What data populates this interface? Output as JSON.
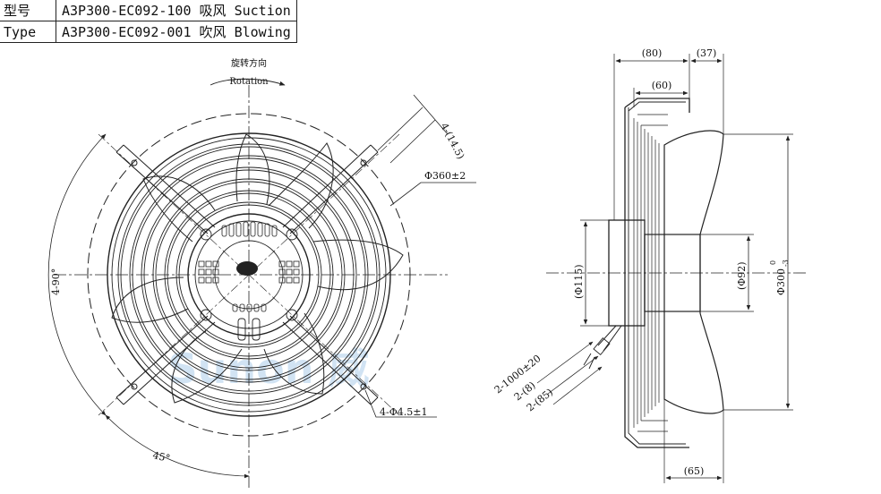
{
  "type_table": {
    "rows": [
      {
        "label": "型号",
        "model": "A3P300-EC092-100",
        "cn": "吸风",
        "en": "Suction"
      },
      {
        "label": "Type",
        "model": "A3P300-EC092-001",
        "cn": "吹风",
        "en": "Blowing"
      }
    ]
  },
  "front_view": {
    "rotation_cn": "旋转方向",
    "rotation_en": "Rotation",
    "dim_slot": "4-(14.5)",
    "dim_pcd": "Φ360±2",
    "dim_angle_90": "4-90°",
    "dim_angle_45": "45°",
    "dim_holes": "4-Φ4.5±1"
  },
  "side_view": {
    "dim_80": "(80)",
    "dim_37": "(37)",
    "dim_60": "(60)",
    "dim_115": "(Φ115)",
    "dim_92": "(Φ92)",
    "dim_300": "Φ300",
    "dim_300_tol_upper": "0",
    "dim_300_tol_lower": "-3",
    "dim_65": "(65)",
    "cable_len": "2-1000±20",
    "cable_8": "2-(8)",
    "cable_85": "2-(85)"
  },
  "colors": {
    "line": "#222222",
    "watermark": "#9bc3e6"
  }
}
